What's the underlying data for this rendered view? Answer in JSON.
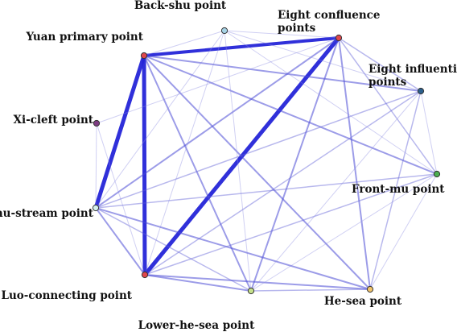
{
  "network": {
    "nodes": [
      {
        "id": "back_shu",
        "lines": [
          "Back-shu point"
        ],
        "color": "#a6d3e6"
      },
      {
        "id": "eight_confluence",
        "lines": [
          "Eight confluence",
          "points"
        ],
        "color": "#e0474c"
      },
      {
        "id": "yuan_primary",
        "lines": [
          "Yuan primary point"
        ],
        "color": "#e0474c"
      },
      {
        "id": "eight_influential",
        "lines": [
          "Eight influential",
          "points"
        ],
        "color": "#2b5f8c"
      },
      {
        "id": "xi_cleft",
        "lines": [
          "Xi-cleft point"
        ],
        "color": "#7d3c82"
      },
      {
        "id": "front_mu",
        "lines": [
          "Front-mu point"
        ],
        "color": "#4caf50"
      },
      {
        "id": "shu_stream",
        "lines": [
          "Shu-stream point"
        ],
        "color": "#d6f0ec"
      },
      {
        "id": "luo_connecting",
        "lines": [
          "Luo-connecting point"
        ],
        "color": "#e0474c"
      },
      {
        "id": "he_sea",
        "lines": [
          "He-sea point"
        ],
        "color": "#f2c46a"
      },
      {
        "id": "lower_he_sea",
        "lines": [
          "Lower-he-sea point"
        ],
        "color": "#c5e08c"
      }
    ],
    "edges": [
      {
        "a": "yuan_primary",
        "b": "shu_stream",
        "w": 5
      },
      {
        "a": "yuan_primary",
        "b": "luo_connecting",
        "w": 5
      },
      {
        "a": "eight_confluence",
        "b": "luo_connecting",
        "w": 5
      },
      {
        "a": "yuan_primary",
        "b": "eight_confluence",
        "w": 4
      },
      {
        "a": "yuan_primary",
        "b": "eight_influential",
        "w": 2
      },
      {
        "a": "yuan_primary",
        "b": "front_mu",
        "w": 2
      },
      {
        "a": "yuan_primary",
        "b": "lower_he_sea",
        "w": 2
      },
      {
        "a": "yuan_primary",
        "b": "he_sea",
        "w": 2
      },
      {
        "a": "eight_confluence",
        "b": "shu_stream",
        "w": 2
      },
      {
        "a": "eight_confluence",
        "b": "he_sea",
        "w": 2
      },
      {
        "a": "eight_confluence",
        "b": "lower_he_sea",
        "w": 2
      },
      {
        "a": "shu_stream",
        "b": "luo_connecting",
        "w": 2
      },
      {
        "a": "luo_connecting",
        "b": "he_sea",
        "w": 2
      },
      {
        "a": "luo_connecting",
        "b": "lower_he_sea",
        "w": 2
      },
      {
        "a": "shu_stream",
        "b": "he_sea",
        "w": 2
      },
      {
        "a": "eight_confluence",
        "b": "eight_influential",
        "w": 1.5
      },
      {
        "a": "eight_confluence",
        "b": "front_mu",
        "w": 1.5
      },
      {
        "a": "shu_stream",
        "b": "eight_influential",
        "w": 1.5
      },
      {
        "a": "shu_stream",
        "b": "front_mu",
        "w": 1.5
      },
      {
        "a": "shu_stream",
        "b": "lower_he_sea",
        "w": 1.5
      },
      {
        "a": "luo_connecting",
        "b": "eight_influential",
        "w": 1.5
      },
      {
        "a": "luo_connecting",
        "b": "front_mu",
        "w": 1.5
      },
      {
        "a": "eight_influential",
        "b": "he_sea",
        "w": 1.5
      },
      {
        "a": "he_sea",
        "b": "lower_he_sea",
        "w": 1.5
      },
      {
        "a": "back_shu",
        "b": "eight_confluence",
        "w": 1
      },
      {
        "a": "back_shu",
        "b": "yuan_primary",
        "w": 1
      },
      {
        "a": "back_shu",
        "b": "eight_influential",
        "w": 1
      },
      {
        "a": "back_shu",
        "b": "shu_stream",
        "w": 1
      },
      {
        "a": "back_shu",
        "b": "luo_connecting",
        "w": 1
      },
      {
        "a": "back_shu",
        "b": "front_mu",
        "w": 1
      },
      {
        "a": "back_shu",
        "b": "lower_he_sea",
        "w": 1
      },
      {
        "a": "xi_cleft",
        "b": "eight_confluence",
        "w": 1
      },
      {
        "a": "xi_cleft",
        "b": "shu_stream",
        "w": 1
      },
      {
        "a": "xi_cleft",
        "b": "luo_connecting",
        "w": 1
      },
      {
        "a": "eight_influential",
        "b": "front_mu",
        "w": 1
      },
      {
        "a": "eight_influential",
        "b": "lower_he_sea",
        "w": 1
      },
      {
        "a": "front_mu",
        "b": "he_sea",
        "w": 1
      },
      {
        "a": "front_mu",
        "b": "lower_he_sea",
        "w": 1
      }
    ]
  }
}
